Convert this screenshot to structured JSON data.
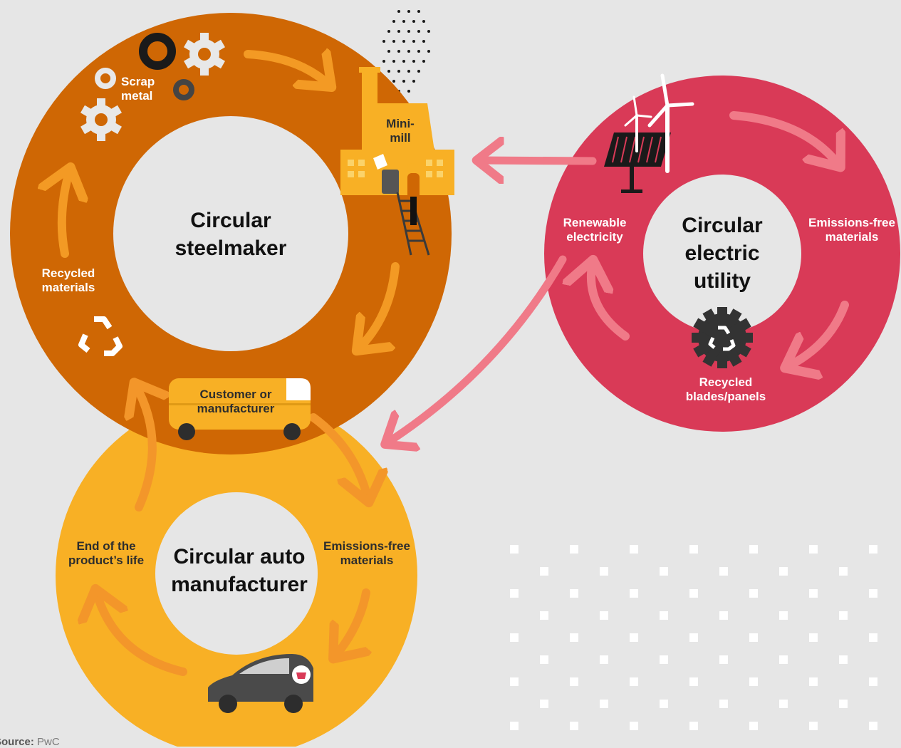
{
  "diagram": {
    "steelmaker": {
      "title": "Circular\nsteelmaker",
      "scrap_label": "Scrap\nmetal",
      "minimill_label": "Mini-\nmill",
      "recycled_label": "Recycled\nmaterials",
      "customer_label": "Customer or\nmanufacturer",
      "color": "#cf6704"
    },
    "utility": {
      "title": "Circular\nelectric\nutility",
      "renewable_label": "Renewable\nelectricity",
      "emissions_label": "Emissions-free\nmaterials",
      "recycled_label": "Recycled\nblades/panels",
      "color": "#d93a57"
    },
    "auto": {
      "title": "Circular auto\nmanufacturer",
      "end_of_life_label": "End of the\nproduct’s life",
      "emissions_label": "Emissions-free\nmaterials",
      "color": "#f8b025"
    },
    "icons": [
      "gear-icon",
      "factory-icon",
      "worker-icon",
      "solar-panel-icon",
      "wind-turbine-icon",
      "recycle-icon",
      "van-icon",
      "electric-car-icon"
    ],
    "accent_colors": {
      "arrow_steel": "#f39a24",
      "arrow_utility": "#f0707f",
      "arrow_auto": "#f3962a"
    }
  },
  "footer": {
    "source_label": "Source:",
    "source_value": "PwC"
  }
}
